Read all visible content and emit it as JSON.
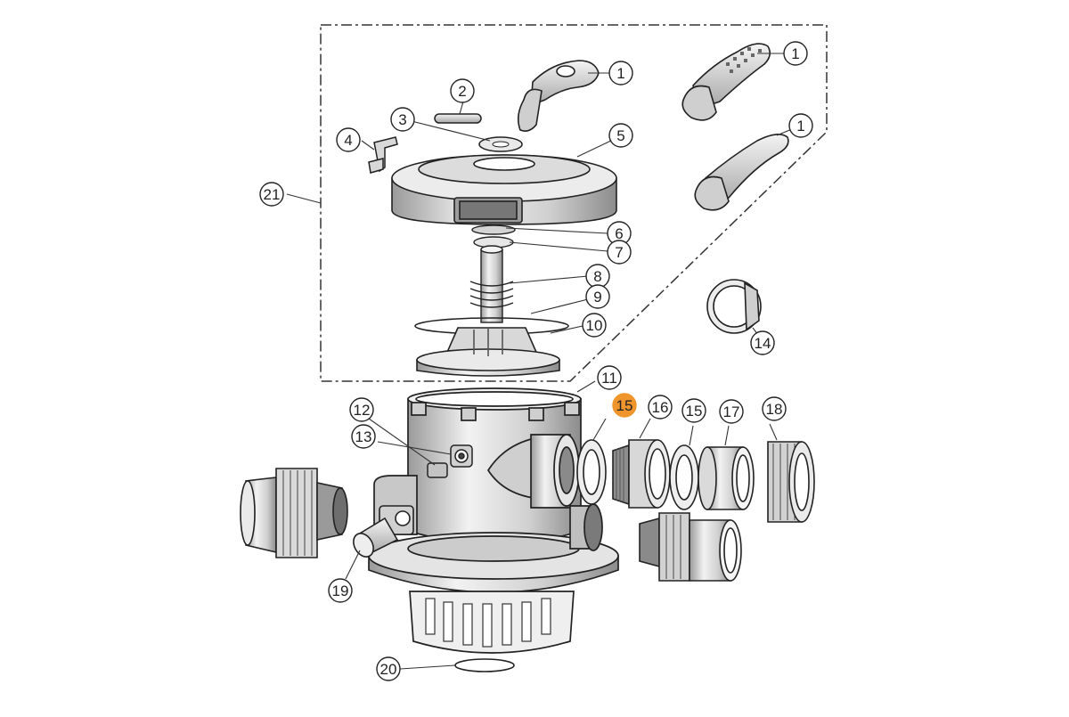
{
  "diagram": {
    "callouts": [
      {
        "id": "c1a",
        "label": "1"
      },
      {
        "id": "c1b",
        "label": "1"
      },
      {
        "id": "c1c",
        "label": "1"
      },
      {
        "id": "c2",
        "label": "2"
      },
      {
        "id": "c3",
        "label": "3"
      },
      {
        "id": "c4",
        "label": "4"
      },
      {
        "id": "c5",
        "label": "5"
      },
      {
        "id": "c6",
        "label": "6"
      },
      {
        "id": "c7",
        "label": "7"
      },
      {
        "id": "c8",
        "label": "8"
      },
      {
        "id": "c9",
        "label": "9"
      },
      {
        "id": "c10",
        "label": "10"
      },
      {
        "id": "c11",
        "label": "11"
      },
      {
        "id": "c12",
        "label": "12"
      },
      {
        "id": "c13",
        "label": "13"
      },
      {
        "id": "c14",
        "label": "14"
      },
      {
        "id": "c15a",
        "label": "15",
        "highlighted": true
      },
      {
        "id": "c15b",
        "label": "15"
      },
      {
        "id": "c16",
        "label": "16"
      },
      {
        "id": "c17",
        "label": "17"
      },
      {
        "id": "c18",
        "label": "18"
      },
      {
        "id": "c19",
        "label": "19"
      },
      {
        "id": "c20",
        "label": "20"
      },
      {
        "id": "c21",
        "label": "21"
      }
    ],
    "colors": {
      "line": "#222222",
      "part_fill": "#e6e6e6",
      "part_shade": "#b8b8b8",
      "highlight": "#f0952b"
    }
  }
}
